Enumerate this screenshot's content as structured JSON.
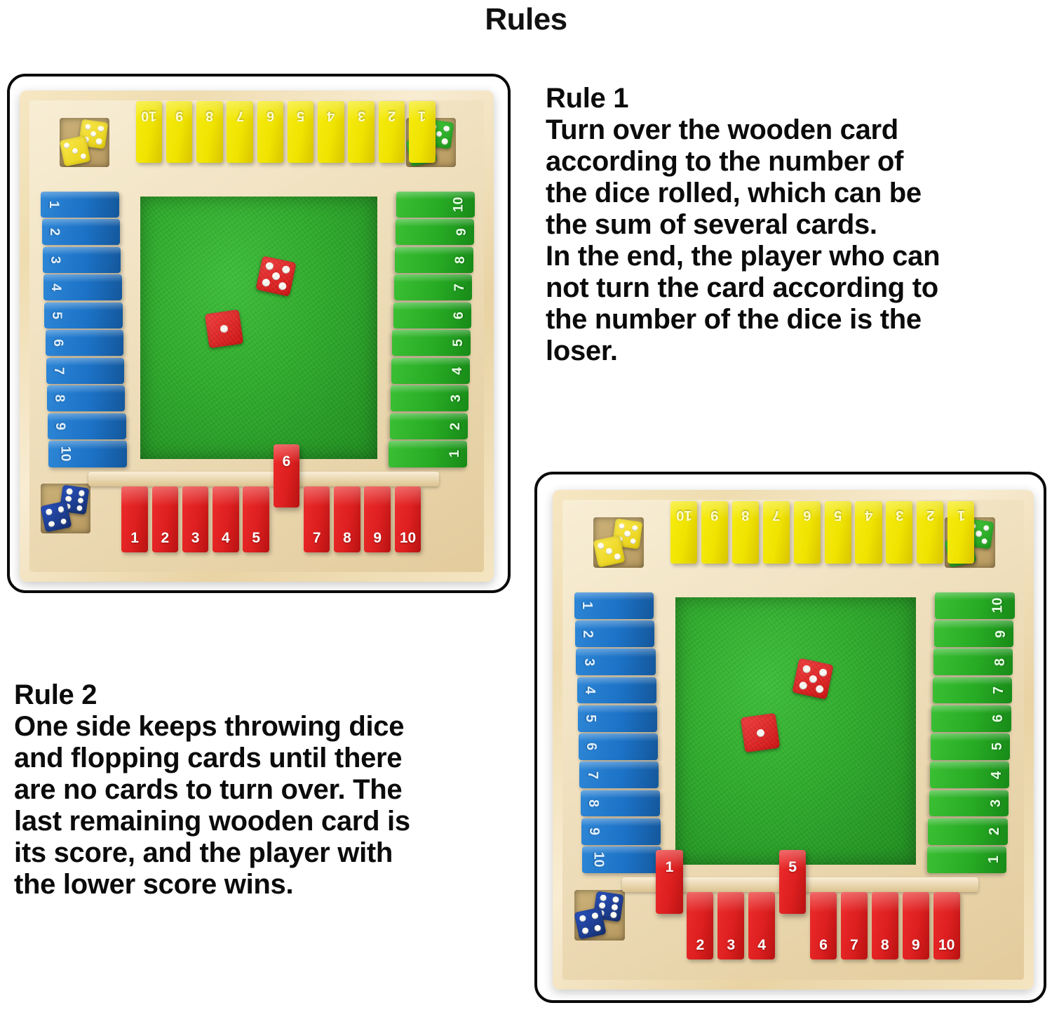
{
  "page": {
    "title": "Rules"
  },
  "rules": [
    {
      "id": "rule-1",
      "heading": "Rule 1",
      "body": "Turn over the wooden card\naccording to the number of\nthe dice rolled, which can be\nthe sum of several cards.\nIn the end, the player who can\nnot turn the card according to\n the number of the dice is the\nloser."
    },
    {
      "id": "rule-2",
      "heading": "Rule 2",
      "body": "One side keeps throwing dice\nand flopping cards until there\nare no cards to turn over. The\nlast remaining wooden card is\nits score, and the player with\nthe lower score wins."
    }
  ],
  "boards": [
    {
      "id": "board-1",
      "caption": "shut-the-box board with red tile 6 flipped up",
      "sides": {
        "yellow": {
          "color": "#efe300",
          "tiles": [
            "10",
            "9",
            "8",
            "7",
            "6",
            "5",
            "4",
            "3",
            "2",
            "1"
          ],
          "flipped": []
        },
        "blue": {
          "color": "#1c72c6",
          "tiles": [
            "1",
            "2",
            "3",
            "4",
            "5",
            "6",
            "7",
            "8",
            "9",
            "10"
          ],
          "flipped": []
        },
        "green": {
          "color": "#27ab24",
          "tiles": [
            "10",
            "9",
            "8",
            "7",
            "6",
            "5",
            "4",
            "3",
            "2",
            "1"
          ],
          "flipped": []
        },
        "red": {
          "color": "#dd1f1f",
          "tiles": [
            "1",
            "2",
            "3",
            "4",
            "5",
            "6",
            "7",
            "8",
            "9",
            "10"
          ],
          "flipped": [
            "6"
          ]
        }
      },
      "dice": {
        "center": [
          {
            "color": "red",
            "value": 1
          },
          {
            "color": "red",
            "value": 5
          }
        ],
        "corners": [
          {
            "position": "top-left",
            "color": "yellow",
            "values": [
              5,
              3
            ]
          },
          {
            "position": "top-right",
            "color": "green",
            "values": [
              5,
              2
            ]
          },
          {
            "position": "bottom-left",
            "color": "blue",
            "values": [
              6,
              4
            ]
          }
        ]
      }
    },
    {
      "id": "board-2",
      "caption": "shut-the-box board with red tiles 1 and 5 flipped up",
      "sides": {
        "yellow": {
          "color": "#efe300",
          "tiles": [
            "10",
            "9",
            "8",
            "7",
            "6",
            "5",
            "4",
            "3",
            "2",
            "1"
          ],
          "flipped": []
        },
        "blue": {
          "color": "#1c72c6",
          "tiles": [
            "1",
            "2",
            "3",
            "4",
            "5",
            "6",
            "7",
            "8",
            "9",
            "10"
          ],
          "flipped": []
        },
        "green": {
          "color": "#27ab24",
          "tiles": [
            "10",
            "9",
            "8",
            "7",
            "6",
            "5",
            "4",
            "3",
            "2",
            "1"
          ],
          "flipped": []
        },
        "red": {
          "color": "#dd1f1f",
          "tiles": [
            "1",
            "2",
            "3",
            "4",
            "5",
            "6",
            "7",
            "8",
            "9",
            "10"
          ],
          "flipped": [
            "1",
            "5"
          ]
        }
      },
      "dice": {
        "center": [
          {
            "color": "red",
            "value": 1
          },
          {
            "color": "red",
            "value": 5
          }
        ],
        "corners": [
          {
            "position": "top-left",
            "color": "yellow",
            "values": [
              5,
              3
            ]
          },
          {
            "position": "top-right",
            "color": "green",
            "values": [
              5,
              2
            ]
          },
          {
            "position": "bottom-left",
            "color": "blue",
            "values": [
              6,
              4
            ]
          }
        ]
      }
    }
  ],
  "colors": {
    "felt": "#2faa2c",
    "wood": "#f0dcb0",
    "border": "#0a0a0a",
    "text": "#0b0b0b"
  }
}
